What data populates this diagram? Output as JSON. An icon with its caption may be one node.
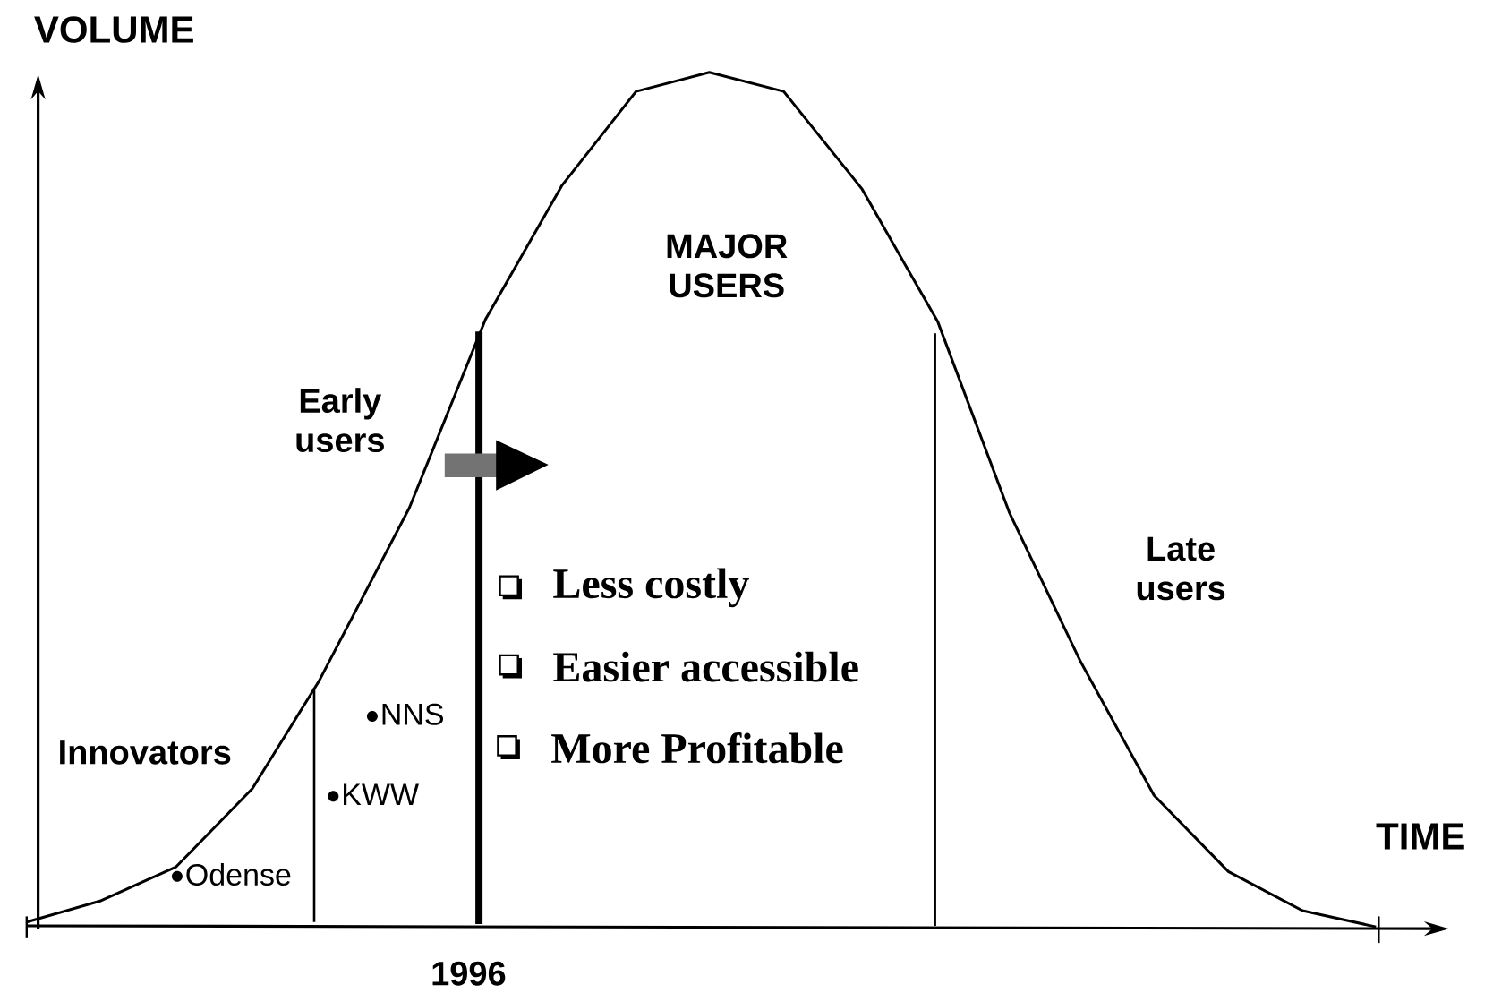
{
  "diagram": {
    "labels": [
      "VOLUME",
      "MAJOR USERS",
      "Early users",
      "Late users",
      "Less costly",
      "Easier accessible",
      "More Profitable",
      "NNS",
      "Innovators",
      "KWW",
      "Odense",
      "TIME",
      "1996"
    ]
  }
}
